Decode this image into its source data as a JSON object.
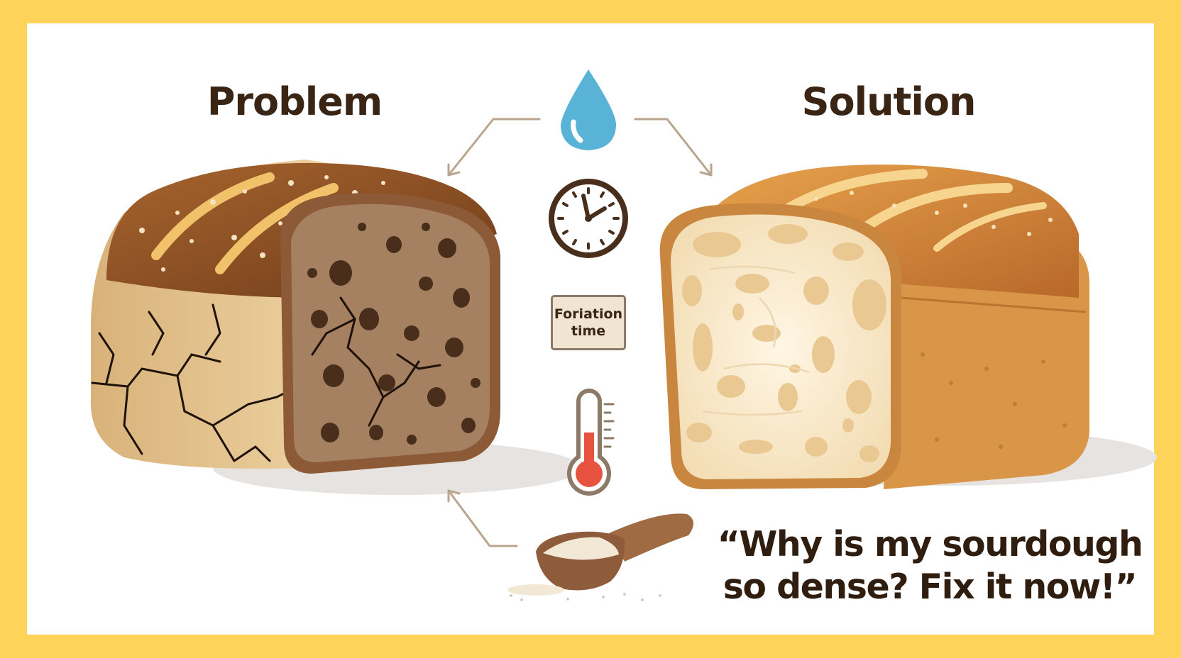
{
  "problem": {
    "heading": "Problem"
  },
  "solution": {
    "heading": "Solution"
  },
  "center": {
    "tag_line1": "Foriation",
    "tag_line2": "time"
  },
  "caption": {
    "line1": "“Why is my sourdough",
    "line2": "so dense? Fix it now!”"
  },
  "icons": [
    "water-drop-icon",
    "clock-icon",
    "thermometer-icon",
    "flour-scoop-icon"
  ],
  "colors": {
    "border": "#FDD35A",
    "text": "#3A2414",
    "water": "#59B3D6",
    "mercury": "#E8533F"
  }
}
